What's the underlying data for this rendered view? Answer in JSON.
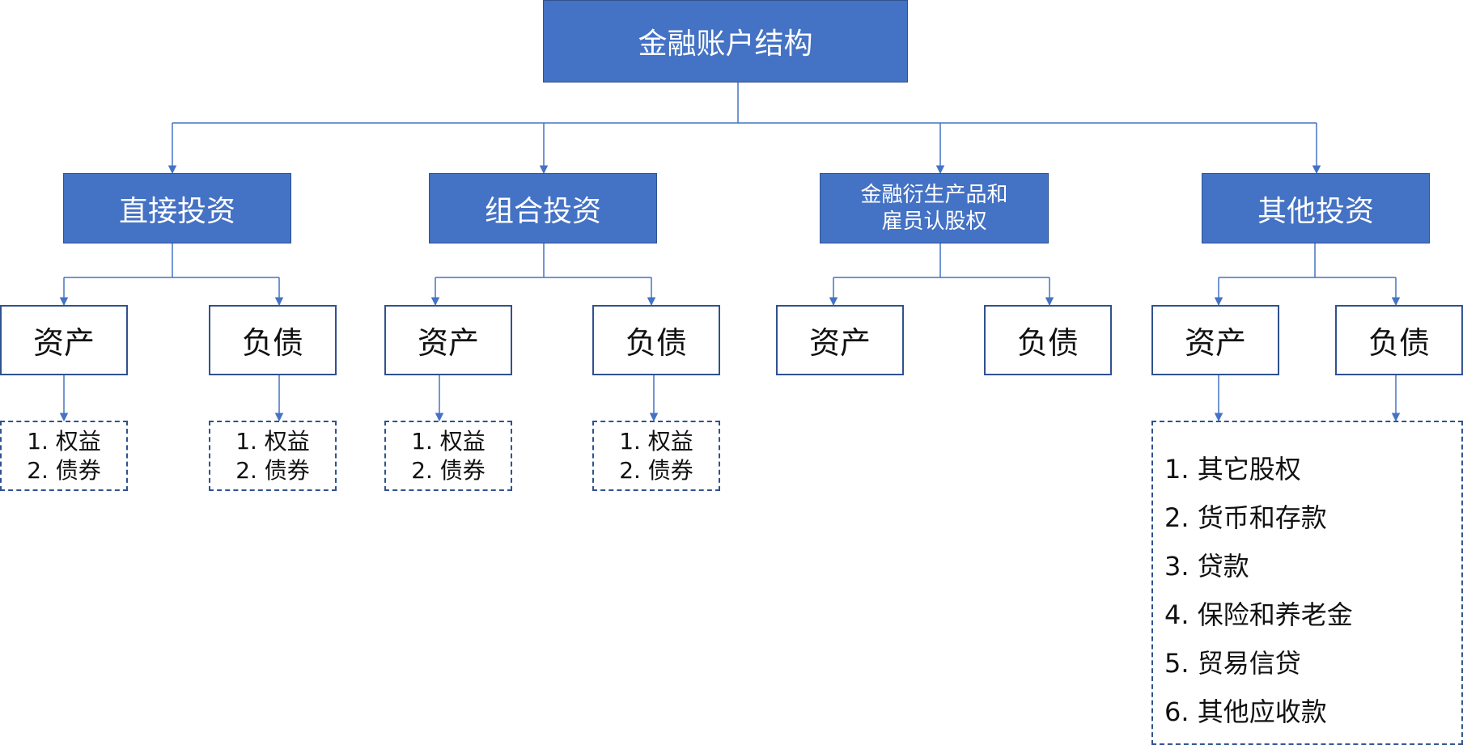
{
  "root": "金融账户结构",
  "categories": [
    {
      "label": "直接投资"
    },
    {
      "label": "组合投资"
    },
    {
      "label_lines": [
        "金融衍生产品和",
        "雇员认股权"
      ]
    },
    {
      "label": "其他投资"
    }
  ],
  "asset_label": "资产",
  "liability_label": "负债",
  "standard_items": [
    "1. 权益",
    "2. 债券"
  ],
  "other_items": [
    "1. 其它股权",
    "2. 货币和存款",
    "3. 贷款",
    "4. 保险和养老金",
    "5. 贸易信贷",
    "6. 其他应收款"
  ],
  "colors": {
    "box_fill": "#4472c4",
    "box_border": "#2f528f",
    "connector": "#4472c4"
  }
}
